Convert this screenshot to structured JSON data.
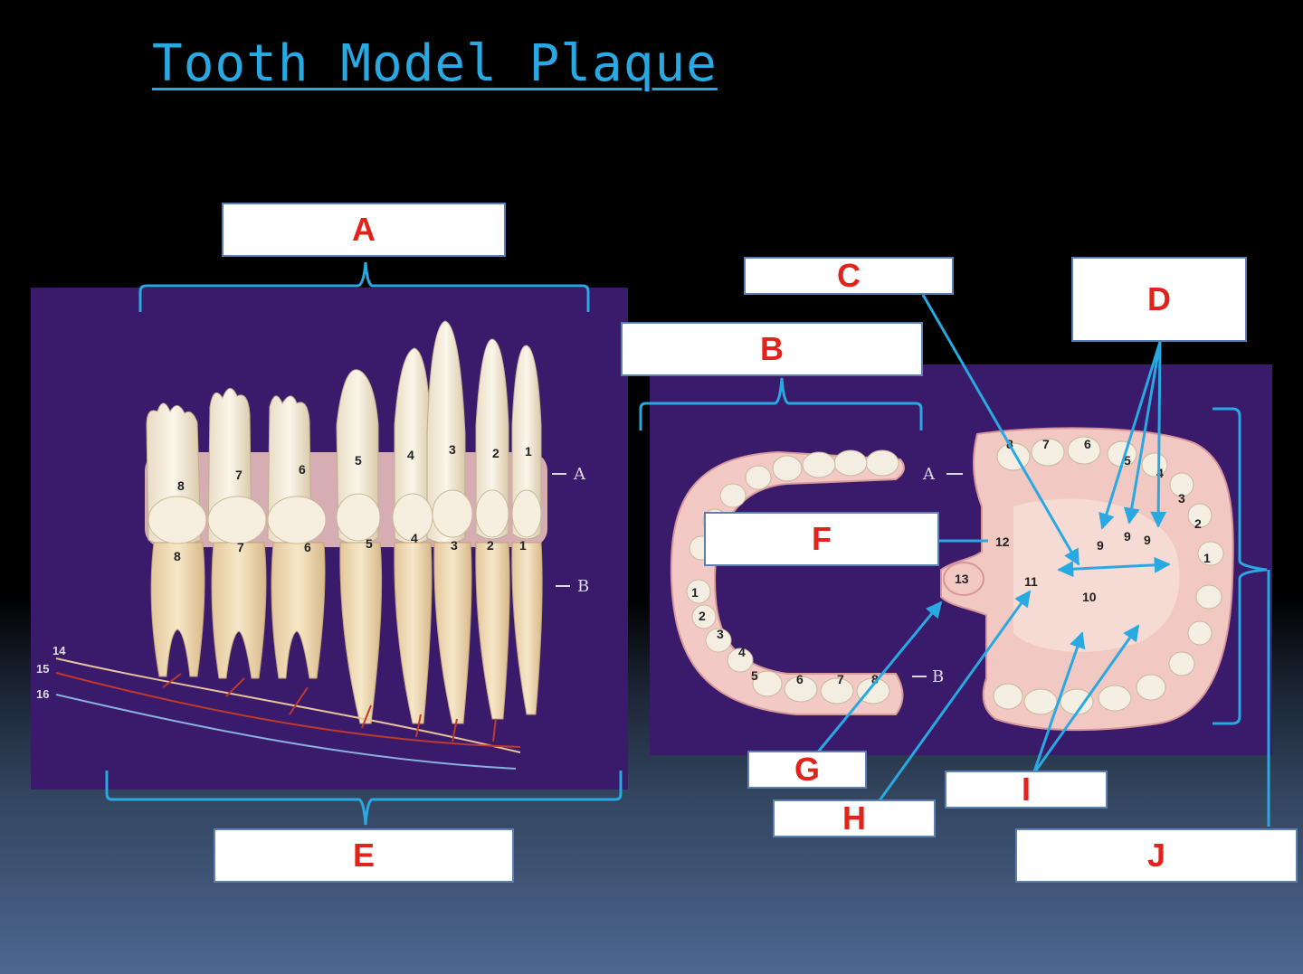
{
  "title": "Tooth Model Plaque",
  "labels": {
    "A": "A",
    "B": "B",
    "C": "C",
    "D": "D",
    "E": "E",
    "F": "F",
    "G": "G",
    "H": "H",
    "I": "I",
    "J": "J"
  },
  "model_marks": {
    "side_A": "A",
    "side_B": "B",
    "arch_A": "A",
    "arch_B": "B"
  },
  "side_view": {
    "upper_tooth_numbers": [
      "8",
      "7",
      "6",
      "5",
      "4",
      "3",
      "2",
      "1"
    ],
    "lower_tooth_numbers": [
      "8",
      "7",
      "6",
      "5",
      "4",
      "3",
      "2",
      "1"
    ],
    "nerve_numbers": [
      "14",
      "15",
      "16"
    ]
  },
  "arch_view": {
    "left_arch_numbers": [
      "1",
      "2",
      "3",
      "4",
      "5",
      "6",
      "7",
      "8"
    ],
    "right_arch_numbers": [
      "8",
      "7",
      "6",
      "5",
      "4",
      "3",
      "2",
      "1"
    ],
    "palate_numbers": [
      "9",
      "9",
      "9",
      "10",
      "11",
      "12",
      "13"
    ]
  },
  "colors": {
    "title": "#29a9e1",
    "label_text": "#e0231b",
    "leader_lines": "#29a9e1",
    "panel": "#3a1a6a"
  }
}
